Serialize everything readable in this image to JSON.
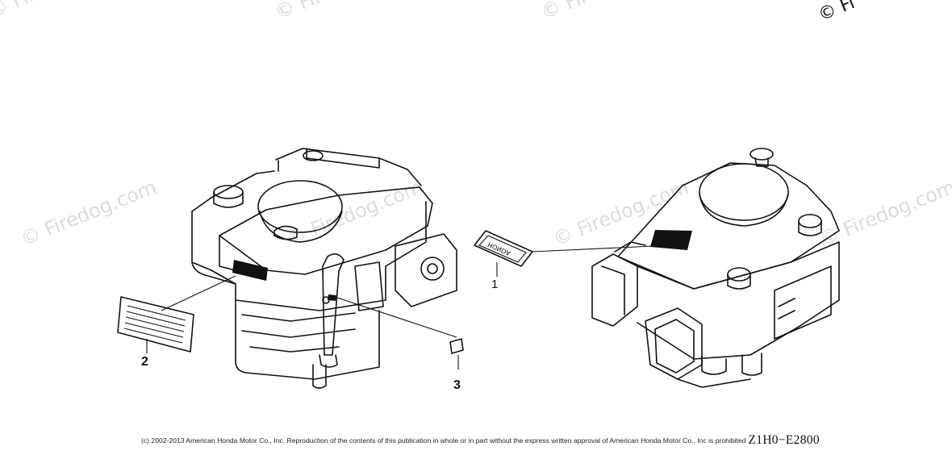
{
  "watermark": {
    "text": "© Firedog.com",
    "corner_text": "© Fi"
  },
  "callouts": {
    "item1": "1",
    "item2": "2",
    "item3": "3"
  },
  "label_text": {
    "brand": "HONDA"
  },
  "footer": {
    "copyright": "(c) 2002-2013 American Honda Motor Co., Inc. Reproduction of the contents of this publication in whole or in part without the express written approval of American Honda Motor Co., Inc is prohibited",
    "diagram_code": "Z1H0−E2800"
  },
  "colors": {
    "line": "#111111",
    "watermark": "#dcdcdc",
    "background": "#ffffff"
  }
}
